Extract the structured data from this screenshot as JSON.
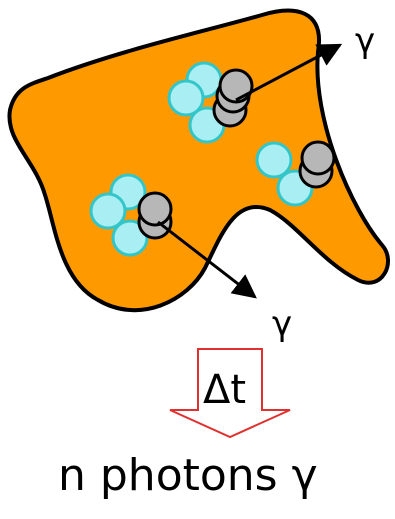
{
  "diagram": {
    "gamma_top_label": "γ",
    "gamma_bottom_label": "γ",
    "delta_t_label": "Δt",
    "caption": "n photons γ"
  },
  "colors": {
    "blob_fill": "#ff9900",
    "blob_stroke": "#000000",
    "nucleon_light": "#a8eef2",
    "nucleon_light_stroke": "#33c6c9",
    "particle_gray": "#b7b7b7",
    "particle_stroke": "#000000",
    "arrow": "#000000",
    "time_arrow": "#e03030"
  }
}
